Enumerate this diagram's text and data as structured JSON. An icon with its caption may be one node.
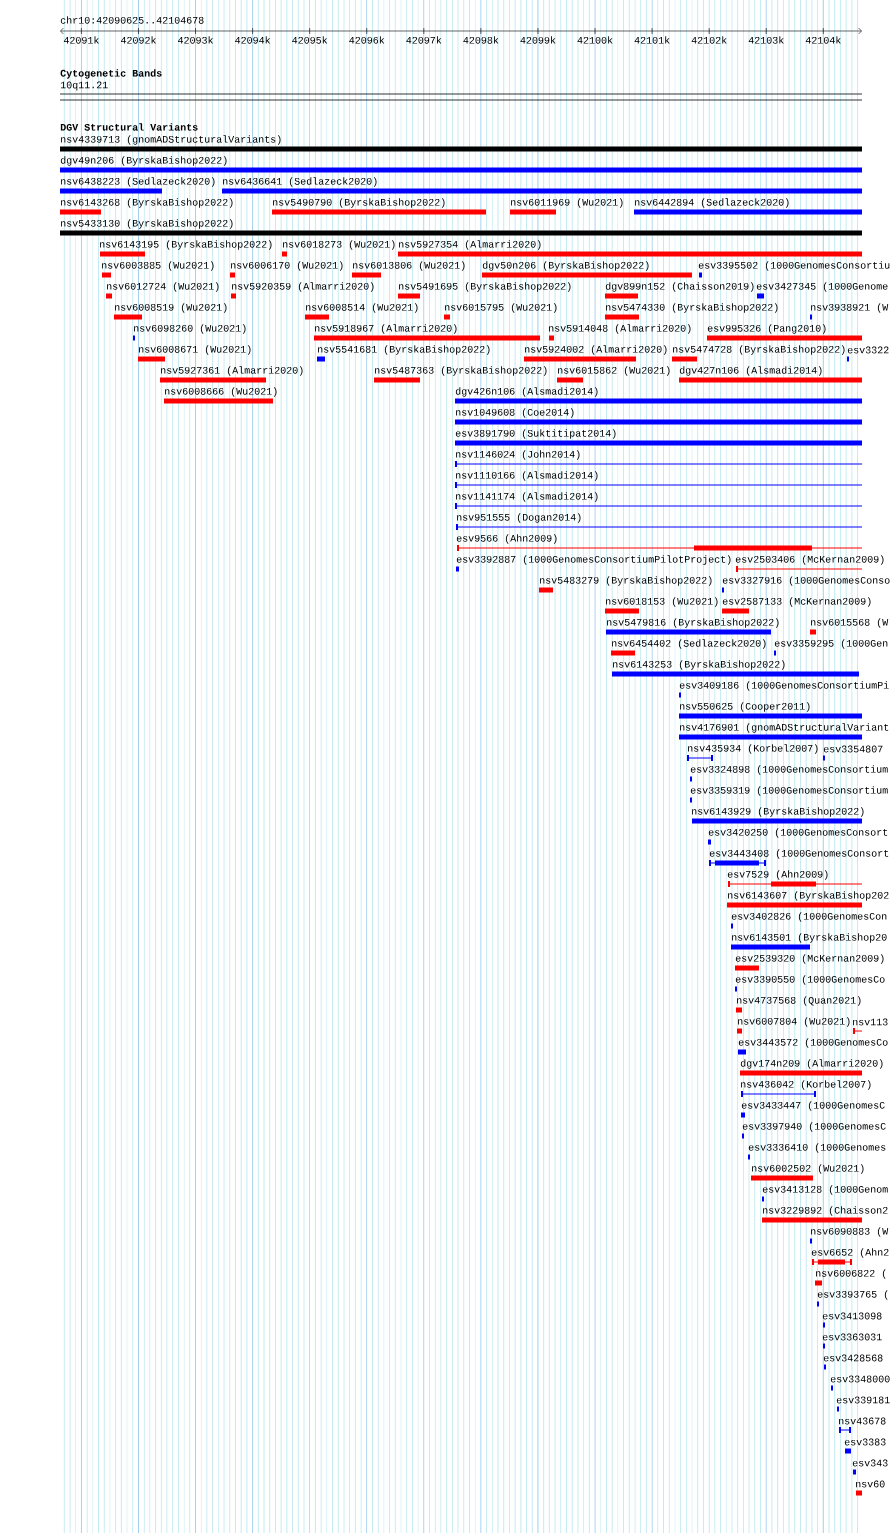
{
  "diagram": {
    "labels": [
      "chr10:42090625..42104678",
      "42091k",
      "42092k",
      "42093k",
      "42094k",
      "42095k",
      "42096k",
      "42097k",
      "42098k",
      "42099k",
      "42100k",
      "42101k",
      "42102k",
      "42103k",
      "42104k",
      "Cytogenetic Bands",
      "10q11.21",
      "DGV Structural Variants",
      "nsv4339713 (gnomADStructuralVariants)",
      "dgv49n206 (ByrskaBishop2022)",
      "nsv6438223 (Sedlazeck2020)",
      "nsv6436641 (Sedlazeck2020)",
      "nsv6143268 (ByrskaBishop2022)",
      "nsv5490790 (ByrskaBishop2022)",
      "nsv6011969 (Wu2021)",
      "nsv6442894 (Sedlazeck2020)",
      "nsv5433130 (ByrskaBishop2022)",
      "nsv6143195 (ByrskaBishop2022)",
      "nsv6018273 (Wu2021)",
      "nsv5927354 (Almarri2020)",
      "nsv6003885 (Wu2021)",
      "nsv6006170 (Wu2021)",
      "nsv6013806 (Wu2021)",
      "dgv50n206 (ByrskaBishop2022)",
      "esv3395502 (1000GenomesConsortiu",
      "nsv6012724 (Wu2021)",
      "nsv5920359 (Almarri2020)",
      "nsv5491695 (ByrskaBishop2022)",
      "dgv899n152 (Chaisson2019)",
      "esv3427345 (1000Genome",
      "nsv6008519 (Wu2021)",
      "nsv6008514 (Wu2021)",
      "nsv6015795 (Wu2021)",
      "nsv5474330 (ByrskaBishop2022)",
      "nsv3938921 (W",
      "nsv6098260 (Wu2021)",
      "nsv5918967 (Almarri2020)",
      "nsv5914048 (Almarri2020)",
      "esv995326 (Pang2010)",
      "nsv6008671 (Wu2021)",
      "nsv5541681 (ByrskaBishop2022)",
      "nsv5924002 (Almarri2020)",
      "nsv5474728 (ByrskaBishop2022)",
      "esv3322",
      "nsv5927361 (Almarri2020)",
      "nsv5487363 (ByrskaBishop2022)",
      "nsv6015862 (Wu2021)",
      "dgv427n106 (Alsmadi2014)",
      "nsv6008666 (Wu2021)",
      "dgv426n106 (Alsmadi2014)",
      "nsv1049608 (Coe2014)",
      "esv3891790 (Suktitipat2014)",
      "nsv1146024 (John2014)",
      "nsv1110166 (Alsmadi2014)",
      "nsv1141174 (Alsmadi2014)",
      "nsv951555 (Dogan2014)",
      "esv9566 (Ahn2009)",
      "esv3392887 (1000GenomesConsortiumPilotProject)",
      "esv2503406 (McKernan2009)",
      "nsv5483279 (ByrskaBishop2022)",
      "esv3327916 (1000GenomesConso",
      "nsv6018153 (Wu2021)",
      "esv2587133 (McKernan2009)",
      "nsv5479816 (ByrskaBishop2022)",
      "nsv6015568 (W",
      "nsv6454402 (Sedlazeck2020)",
      "esv3359295 (1000Gen",
      "nsv6143253 (ByrskaBishop2022)",
      "esv3409186 (1000GenomesConsortiumPi",
      "nsv550625 (Cooper2011)",
      "nsv4176901 (gnomADStructuralVariant",
      "nsv435934 (Korbel2007)",
      "esv3354807",
      "esv3324898 (1000GenomesConsortium",
      "esv3359319 (1000GenomesConsortium",
      "nsv6143929 (ByrskaBishop2022)",
      "esv3420250 (1000GenomesConsort",
      "esv3443408 (1000GenomesConsort",
      "esv7529 (Ahn2009)",
      "nsv6143607 (ByrskaBishop202",
      "esv3402826 (1000GenomesCon",
      "nsv6143501 (ByrskaBishop20",
      "esv2539320 (McKernan2009)",
      "esv3390550 (1000GenomesCo",
      "nsv4737568 (Quan2021)",
      "nsv6007804 (Wu2021)",
      "nsv113",
      "esv3443572 (1000GenomesCo",
      "dgv174n209 (Almarri2020)",
      "nsv436042 (Korbel2007)",
      "esv3433447 (1000GenomesC",
      "esv3397940 (1000GenomesC",
      "esv3336410 (1000Genomes",
      "nsv6002502 (Wu2021)",
      "esv3413128 (1000Genom",
      "nsv3229892 (Chaisson2",
      "nsv6090883 (W",
      "esv6652 (Ahn2",
      "nsv6006822 (",
      "esv3393765 (",
      "esv3413098",
      "esv3363031",
      "esv3428568",
      "esv3348000",
      "esv339181",
      "nsv43678",
      "esv3383",
      "esv343",
      "nsv60"
    ]
  }
}
